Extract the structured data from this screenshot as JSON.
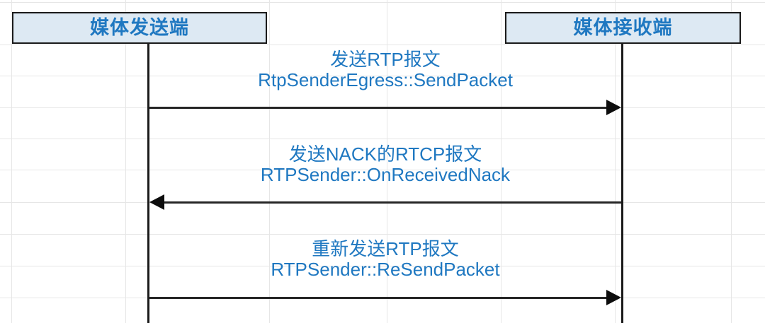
{
  "diagram": {
    "type": "sequence-diagram",
    "background": "#ffffff",
    "grid_color": "#e6e6e6",
    "accent_color": "#1f78c1",
    "participant_fill": "#dde9f3",
    "participant_border": "#1a1a1a",
    "arrow_color": "#262626"
  },
  "participants": [
    {
      "id": "sender",
      "label": "媒体发送端"
    },
    {
      "id": "receiver",
      "label": "媒体接收端"
    }
  ],
  "messages": [
    {
      "index": 1,
      "from": "sender",
      "to": "receiver",
      "direction": "right",
      "label_cn": "发送RTP报文",
      "label_code": "RtpSenderEgress::SendPacket"
    },
    {
      "index": 2,
      "from": "receiver",
      "to": "sender",
      "direction": "left",
      "label_cn": "发送NACK的RTCP报文",
      "label_code": "RTPSender::OnReceivedNack"
    },
    {
      "index": 3,
      "from": "sender",
      "to": "receiver",
      "direction": "right",
      "label_cn": "重新发送RTP报文",
      "label_code": "RTPSender::ReSendPacket"
    }
  ]
}
